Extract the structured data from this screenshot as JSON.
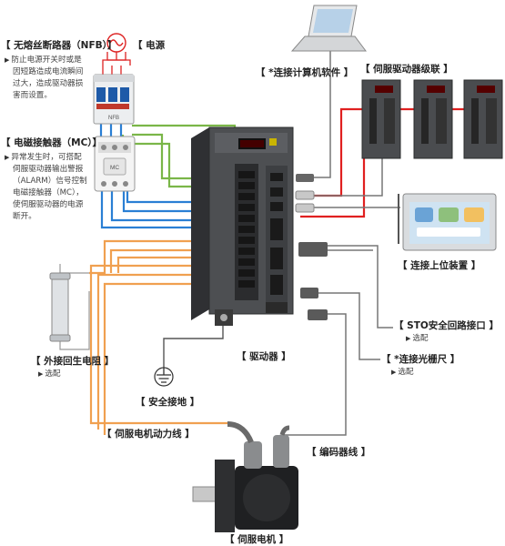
{
  "labels": {
    "nfb": "【 无熔丝断路器（NFB）】",
    "power": "【 电源",
    "pc_software": "【 *连接计算机软件 】",
    "drive_cascade": "【 伺服驱动器级联 】",
    "mc": "【 电磁接触器（MC）】",
    "host": "【 连接上位装置 】",
    "sto": "【 STO安全回路接口 】",
    "optional": "选配",
    "encoder_scale": "【 *连接光栅尺 】",
    "regen_resistor": "【 外接回生电阻 】",
    "driver": "【  驱动器  】",
    "ground": "【 安全接地 】",
    "power_cable": "【 伺服电机动力线 】",
    "encoder_cable": "【 编码器线 】",
    "motor": "【 伺服电机 】"
  },
  "notes": {
    "nfb": [
      "防止电源开关时或是",
      "因短路造成电流瞬间",
      "过大，造成驱动器损",
      "害而设置。"
    ],
    "mc": [
      "异常发生时，可搭配",
      "伺服驱动器输出警报",
      "（ALARM）信号控制",
      "电磁接触器（MC），",
      "使伺服驱动器的电源",
      "断开。"
    ]
  },
  "device_text": {
    "breaker_brand": "NFB",
    "mc_label": "MC"
  },
  "colors": {
    "wire_blue": "#2a7fd4",
    "wire_green": "#7ab648",
    "wire_orange": "#f0a050",
    "wire_red": "#e02020",
    "wire_gray": "#777777",
    "drive_body": "#4d4f52",
    "drive_dark": "#2b2c2e"
  }
}
